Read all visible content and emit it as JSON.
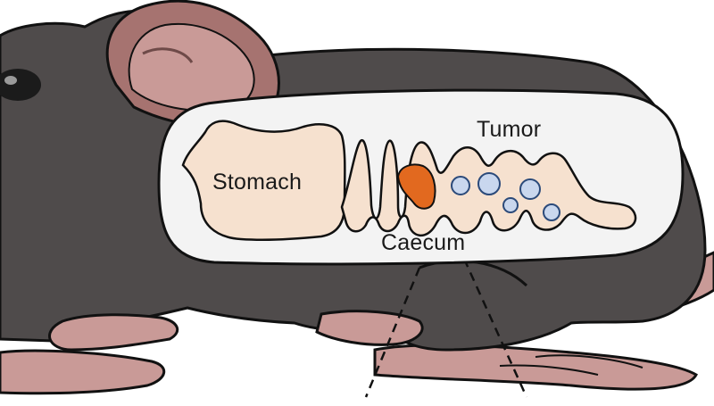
{
  "labels": {
    "stomach": "Stomach",
    "tumor": "Tumor",
    "caecum": "Caecum"
  },
  "colors": {
    "body": "#4f4b4b",
    "outline": "#111111",
    "skin": "#c99a97",
    "skin_shadow": "#a67370",
    "window": "#f3f3f3",
    "gut": "#f6e1cf",
    "caecum": "#e2691f",
    "tumor": "#c9d7ee",
    "tumor_edge": "#2b4a7a",
    "eye": "#1b1b1b"
  },
  "tumor_count": 5
}
